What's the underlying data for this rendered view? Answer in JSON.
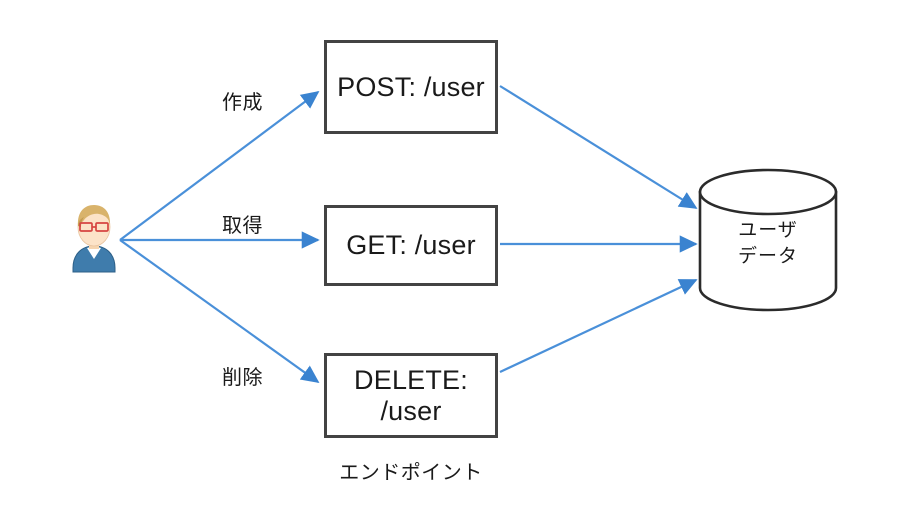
{
  "diagram": {
    "title": "REST API endpoints to user datastore flow",
    "colors": {
      "arrow": "#4a90d9",
      "arrow_head": "#3a83d0",
      "box_border": "#434343",
      "text": "#1a1a1a",
      "background": "#ffffff"
    },
    "actor": {
      "name": "user-avatar",
      "hair_color": "#d9b36b",
      "glasses_color": "#d64541",
      "shirt_color": "#3f7cac",
      "skin_color": "#fce3c8"
    },
    "endpoints": [
      {
        "id": "post",
        "label": "POST: /user",
        "edge_label": "作成"
      },
      {
        "id": "get",
        "label": "GET: /user",
        "edge_label": "取得"
      },
      {
        "id": "delete",
        "label": "DELETE:\n/user",
        "edge_label": "削除"
      }
    ],
    "caption": "エンドポイント",
    "datastore": {
      "label": "ユーザ\nデータ"
    }
  }
}
